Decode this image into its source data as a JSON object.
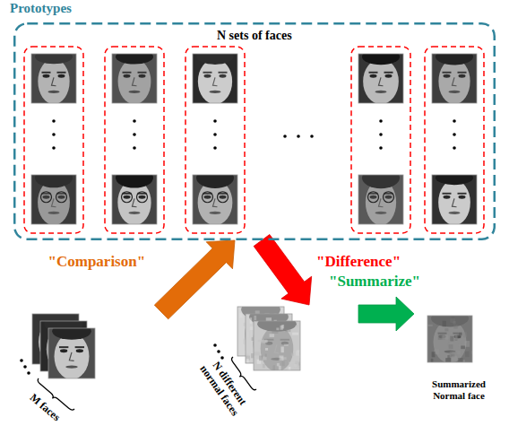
{
  "diagram": {
    "nodes": [
      {
        "text": [
          "Prototypes",
          "N sets of faces"
        ]
      },
      {
        "text": [
          "M faces"
        ]
      },
      {
        "text": [
          "N different normal faces"
        ]
      },
      {
        "text": [
          "Summarized Normal face"
        ]
      }
    ],
    "edges": [
      {
        "from": 1,
        "to": 0,
        "arrow": "to",
        "label": "\"Comparison\""
      },
      {
        "from": 0,
        "to": 2,
        "arrow": "to",
        "label": "\"Difference\""
      },
      {
        "from": 2,
        "to": 3,
        "arrow": "to",
        "label": "\"Summarize\""
      }
    ]
  }
}
